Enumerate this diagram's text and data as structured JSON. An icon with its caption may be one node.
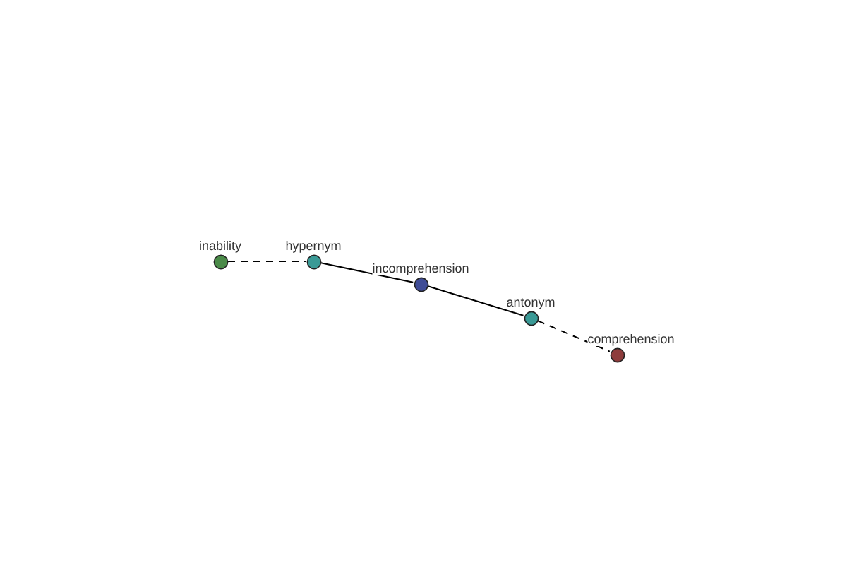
{
  "diagram": {
    "nodes": [
      {
        "text": [
          "inability"
        ]
      },
      {
        "text": [
          "hypernym"
        ]
      },
      {
        "text": [
          "incomprehension"
        ]
      },
      {
        "text": [
          "antonym"
        ]
      },
      {
        "text": [
          "comprehension"
        ]
      }
    ],
    "edges": [
      {
        "from": 0,
        "to": 1,
        "arrow": "none",
        "style": "dashed"
      },
      {
        "from": 1,
        "to": 2,
        "arrow": "none"
      },
      {
        "from": 2,
        "to": 3,
        "arrow": "none"
      },
      {
        "from": 3,
        "to": 4,
        "arrow": "none",
        "style": "dashed"
      }
    ]
  }
}
